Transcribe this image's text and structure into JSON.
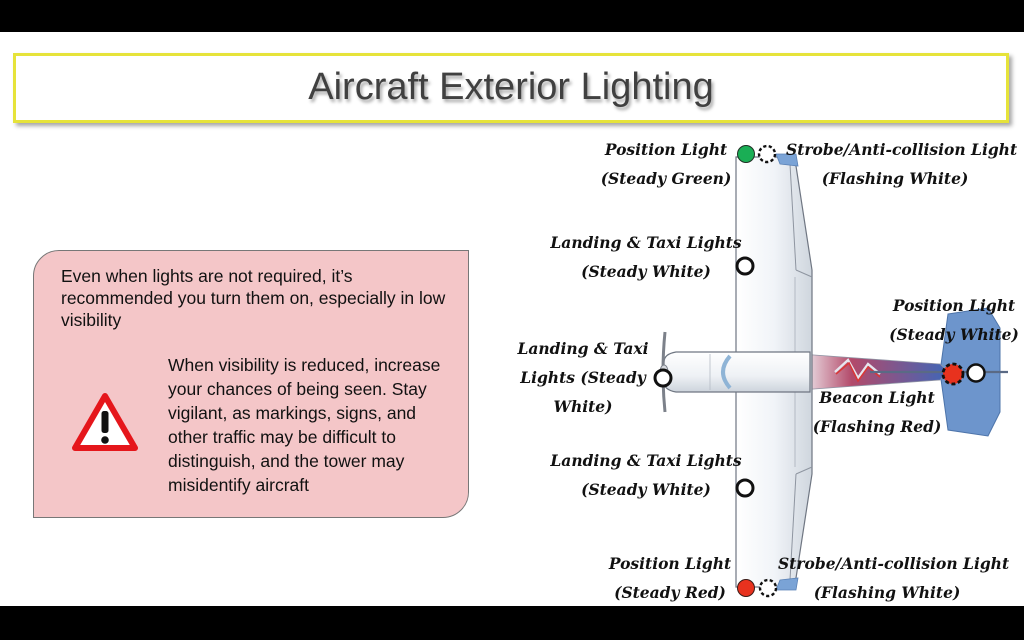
{
  "title": "Aircraft Exterior Lighting",
  "note": {
    "intro": "Even when lights are not required, it’s recommended you turn them on, especially in low visibility",
    "detail": "When visibility is reduced, increase your chances of being seen. Stay vigilant, as markings, signs, and other traffic may be difficult to distinguish, and the tower may misidentify aircraft",
    "icon": "warning-icon"
  },
  "lights": {
    "left_wingtip_position": {
      "line1": "Position Light",
      "line2": "(Steady Green)",
      "color": "#1aae55"
    },
    "left_wingtip_strobe": {
      "line1": "Strobe/Anti-collision Light",
      "line2": "(Flashing White)"
    },
    "left_wing_landing_taxi": {
      "line1": "Landing & Taxi Lights",
      "line2": "(Steady White)"
    },
    "nose_landing_taxi": {
      "line1": "Landing & Taxi",
      "line2": "Lights (Steady",
      "line3": "White)"
    },
    "tail_position": {
      "line1": "Position Light",
      "line2": "(Steady White)"
    },
    "beacon": {
      "line1": "Beacon Light",
      "line2": "(Flashing Red)",
      "color": "#e8321e"
    },
    "right_wing_landing_taxi": {
      "line1": "Landing & Taxi Lights",
      "line2": "(Steady White)"
    },
    "right_wingtip_position": {
      "line1": "Position Light",
      "line2": "(Steady Red)",
      "color": "#e8321e"
    },
    "right_wingtip_strobe": {
      "line1": "Strobe/Anti-collision Light",
      "line2": "(Flashing White)"
    }
  }
}
